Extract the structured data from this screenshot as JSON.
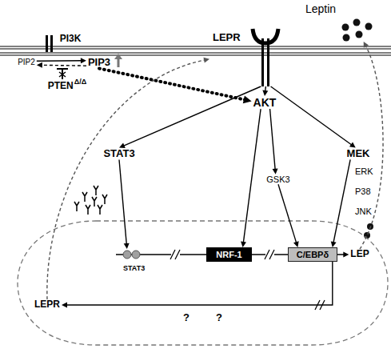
{
  "diagram": {
    "nodes": [
      {
        "text": [
          "Leptin"
        ]
      },
      {
        "text": [
          "LEPR"
        ]
      },
      {
        "text": [
          "PI3K"
        ]
      },
      {
        "text": [
          "PIP2"
        ]
      },
      {
        "text": [
          "PIP3"
        ]
      },
      {
        "text": [
          "PTEN",
          "Δ/Δ"
        ]
      },
      {
        "text": [
          "AKT"
        ]
      },
      {
        "text": [
          "STAT3"
        ]
      },
      {
        "text": [
          "MEK"
        ]
      },
      {
        "text": [
          "GSK3"
        ]
      },
      {
        "text": [
          "ERK P38 JNK"
        ]
      },
      {
        "text": [
          "STAT3"
        ]
      },
      {
        "text": [
          "NRF-1"
        ]
      },
      {
        "text": [
          "C/EBPδ"
        ]
      },
      {
        "text": [
          "LEP"
        ]
      },
      {
        "text": [
          "LEPR"
        ]
      }
    ],
    "edges": [
      {
        "from": 1,
        "to": 6,
        "arrow": "to"
      },
      {
        "from": 1,
        "to": 7,
        "arrow": "to"
      },
      {
        "from": 1,
        "to": 8,
        "arrow": "to"
      },
      {
        "from": 3,
        "to": 4,
        "arrow": "to"
      },
      {
        "from": 4,
        "to": 3,
        "arrow": "to"
      },
      {
        "from": 4,
        "to": 6,
        "arrow": "to"
      },
      {
        "from": 6,
        "to": 12,
        "arrow": "to"
      },
      {
        "from": 6,
        "to": 9,
        "arrow": "to"
      },
      {
        "from": 9,
        "to": 13,
        "arrow": "to"
      },
      {
        "from": 8,
        "to": 13,
        "arrow": "to"
      },
      {
        "from": 7,
        "to": 11,
        "arrow": "to"
      },
      {
        "from": 13,
        "to": 14,
        "arrow": "to"
      },
      {
        "from": 13,
        "to": 15,
        "arrow": "to"
      },
      {
        "from": 14,
        "to": 0,
        "arrow": "to"
      },
      {
        "from": 15,
        "to": 1,
        "arrow": "to"
      }
    ],
    "labels": [
      "?",
      "?"
    ]
  }
}
